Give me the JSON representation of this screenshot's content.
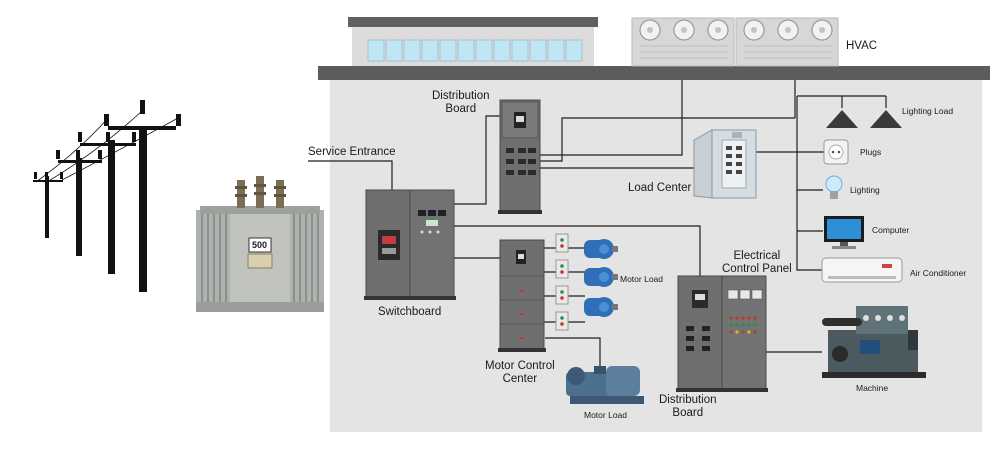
{
  "labels": {
    "hvac": "HVAC",
    "distribution_board_top": "Distribution\nBoard",
    "service_entrance": "Service Entrance",
    "switchboard": "Switchboard",
    "transformer_badge": "500",
    "load_center": "Load Center",
    "motor_control_center": "Motor Control\nCenter",
    "motor_load_right": "Motor Load",
    "motor_load_bottom": "Motor Load",
    "electrical_control_panel": "Electrical\nControl Panel",
    "distribution_board_bottom": "Distribution\nBoard",
    "lighting_load": "Lighting Load",
    "plugs": "Plugs",
    "lighting": "Lighting",
    "computer": "Computer",
    "air_conditioner": "Air Conditioner",
    "machine": "Machine"
  }
}
